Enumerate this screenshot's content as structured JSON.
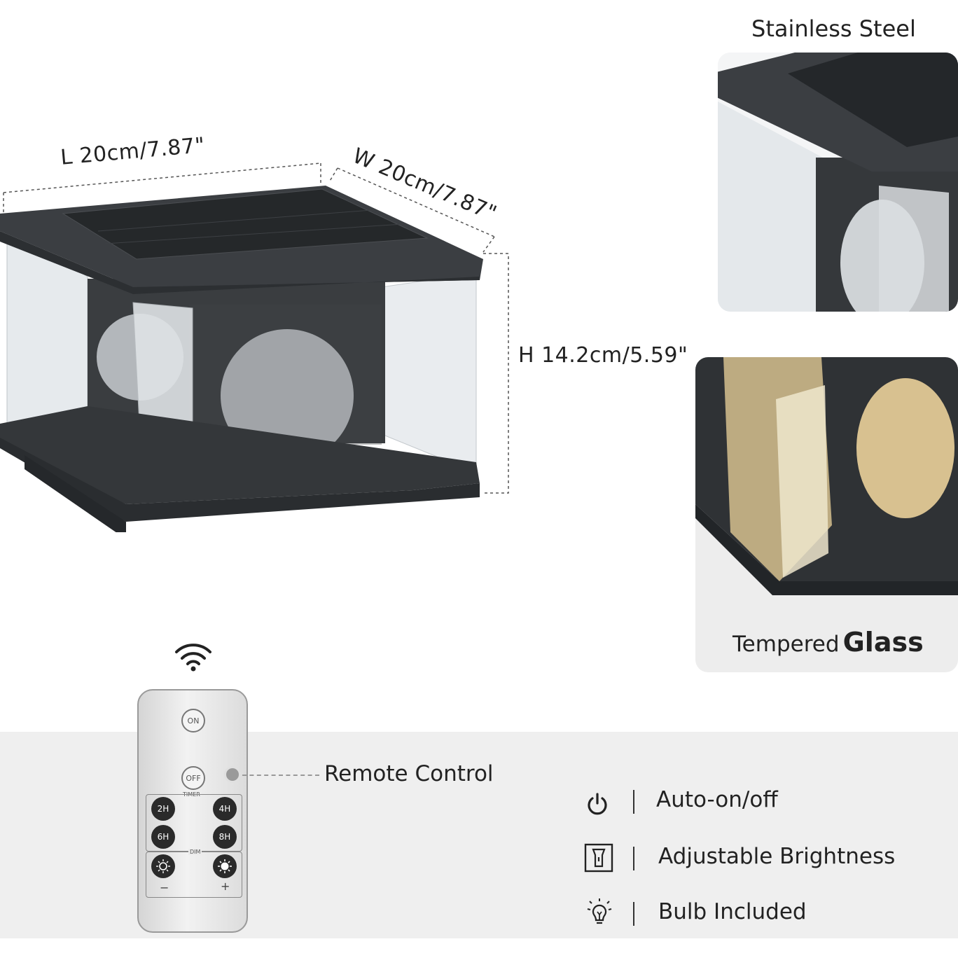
{
  "dimensions": {
    "length": "L 20cm/7.87\"",
    "width": "W 20cm/7.87\"",
    "height": "H 14.2cm/5.59\""
  },
  "panels": {
    "top_label": "Stainless Steel",
    "bottom_label_prefix": "Tempered",
    "bottom_label_strong": "Glass"
  },
  "remote": {
    "label": "Remote Control",
    "buttons": {
      "on": "ON",
      "off": "OFF",
      "timer": "TIMER",
      "t2": "2H",
      "t4": "4H",
      "t6": "6H",
      "t8": "8H",
      "dim": "DIM",
      "minus": "−",
      "plus": "+"
    }
  },
  "features": [
    {
      "icon": "power-icon",
      "label": "Auto-on/off"
    },
    {
      "icon": "flashlight-icon",
      "label": "Adjustable Brightness"
    },
    {
      "icon": "bulb-icon",
      "label": "Bulb Included"
    }
  ],
  "colors": {
    "frame": "#2f3235",
    "band": "#efefef",
    "glass": "#e8ebee"
  }
}
